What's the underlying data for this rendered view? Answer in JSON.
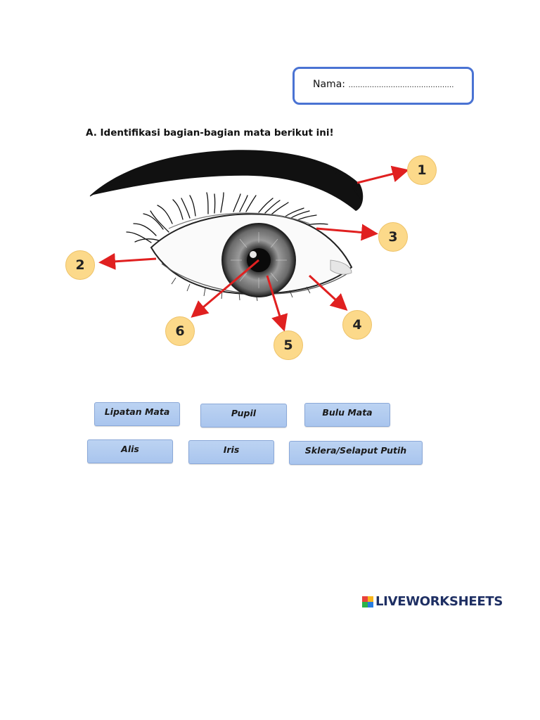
{
  "name_field": {
    "label": "Nama:",
    "placeholder": "………………………………………"
  },
  "heading": "A. Identifikasi bagian-bagian mata berikut ini!",
  "markers": [
    "1",
    "2",
    "3",
    "4",
    "5",
    "6"
  ],
  "answer_chips": [
    "Lipatan Mata",
    "Pupil",
    "Bulu Mata",
    "Alis",
    "Iris",
    "Sklera/Selaput Putih"
  ],
  "colors": {
    "arrow": "#e02020",
    "marker": "#fcd98a",
    "chip": "#b3cdf0",
    "name_border": "#4a73d3"
  },
  "logo": {
    "text": "LIVEWORKSHEETS",
    "icon": "liveworksheets-logo-icon"
  }
}
